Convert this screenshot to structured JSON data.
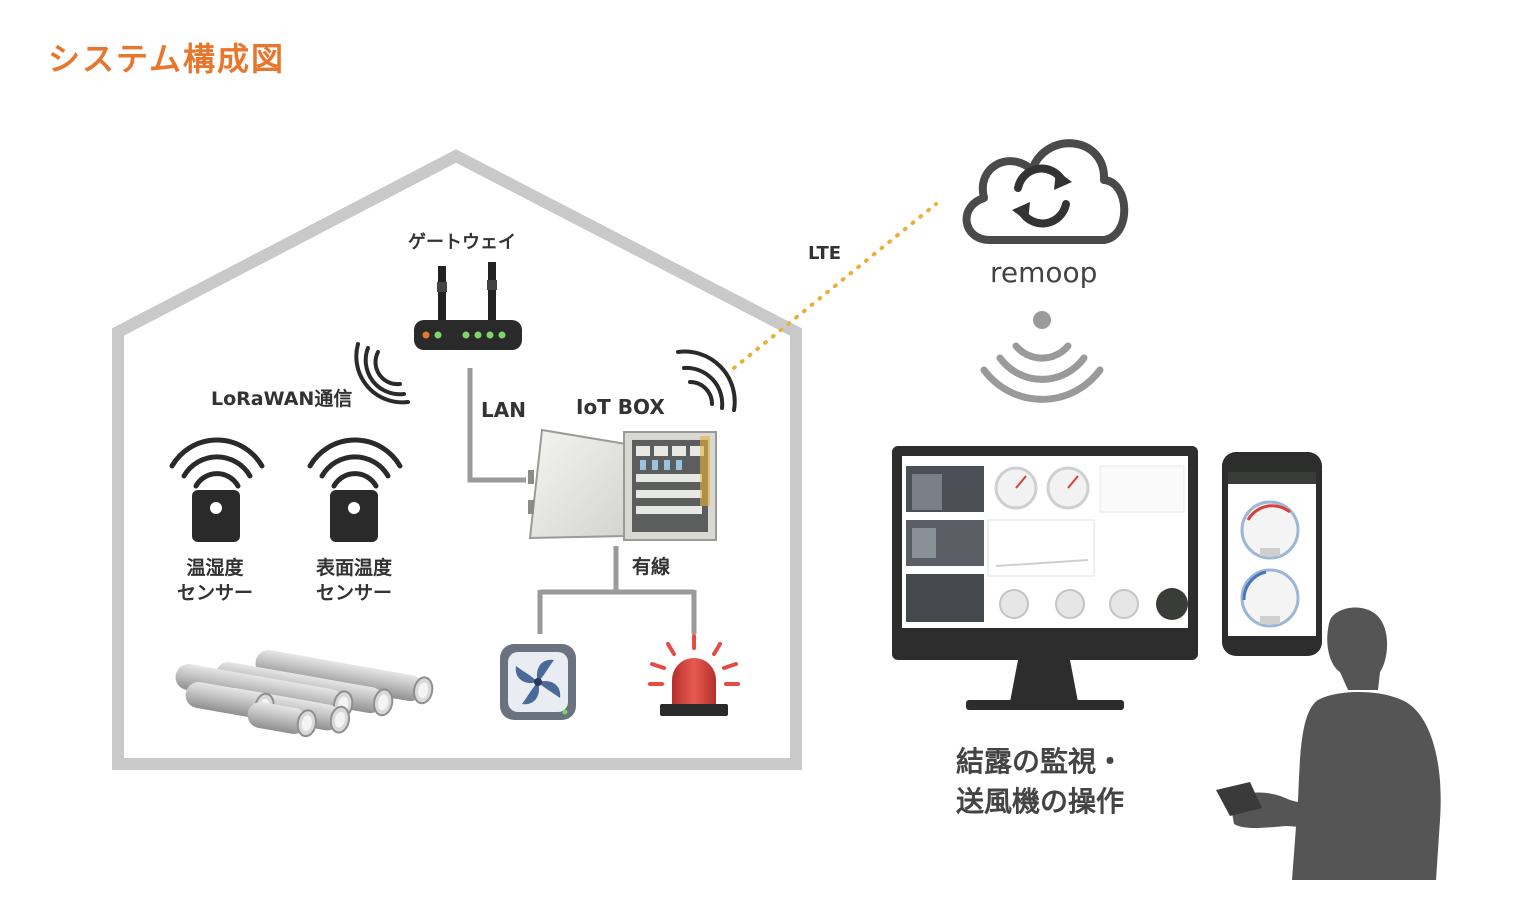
{
  "title": "システム構成図",
  "labels": {
    "gateway": "ゲートウェイ",
    "lorawan": "LoRaWAN通信",
    "lan": "LAN",
    "iot_box": "IoT BOX",
    "lte": "LTE",
    "wired": "有線",
    "sensor_humidity": [
      "温湿度",
      "センサー"
    ],
    "sensor_surface": [
      "表面温度",
      "センサー"
    ],
    "cloud": "remoop",
    "caption": [
      "結露の監視・",
      "送風機の操作"
    ]
  },
  "colors": {
    "title": "#e8762d",
    "house": "#c9c9c9",
    "line": "#9a9a9a",
    "lte_dots": "#e8b23a",
    "device": "#333333",
    "alarm": "#d9403a"
  },
  "icons": [
    "house-outline",
    "router-icon",
    "wifi-icon",
    "sensor-icon",
    "pipes-icon",
    "fan-icon",
    "alarm-light-icon",
    "iot-box-icon",
    "cloud-sync-icon",
    "monitor-icon",
    "smartphone-icon",
    "person-silhouette-icon"
  ]
}
